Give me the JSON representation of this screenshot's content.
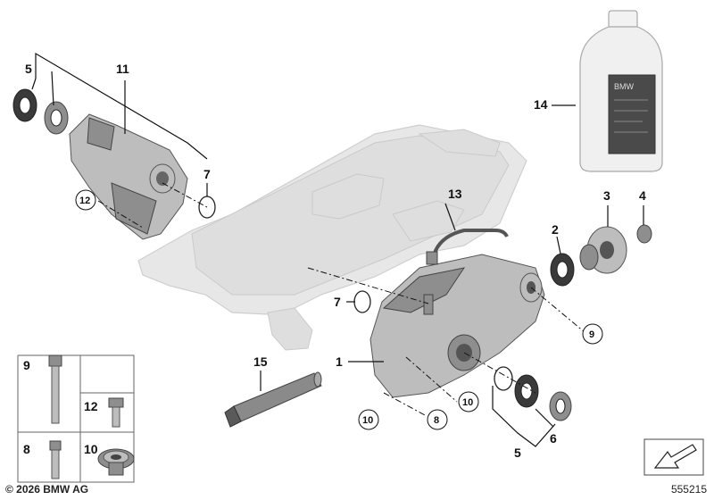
{
  "labels": {
    "l1": "1",
    "l2": "2",
    "l3": "3",
    "l4": "4",
    "l5a": "5",
    "l5b": "5",
    "l6": "6",
    "l7a": "7",
    "l7b": "7",
    "l8a": "8",
    "l8b": "8",
    "l9a": "9",
    "l9b": "9",
    "l10a": "10",
    "l10b": "10",
    "l10c": "10",
    "l11": "11",
    "l12a": "12",
    "l12b": "12",
    "l13": "13",
    "l14": "14",
    "l15": "15"
  },
  "footer": {
    "copyright": "© 2026 BMW AG",
    "ref": "555215"
  },
  "bottle_label": "BMW"
}
